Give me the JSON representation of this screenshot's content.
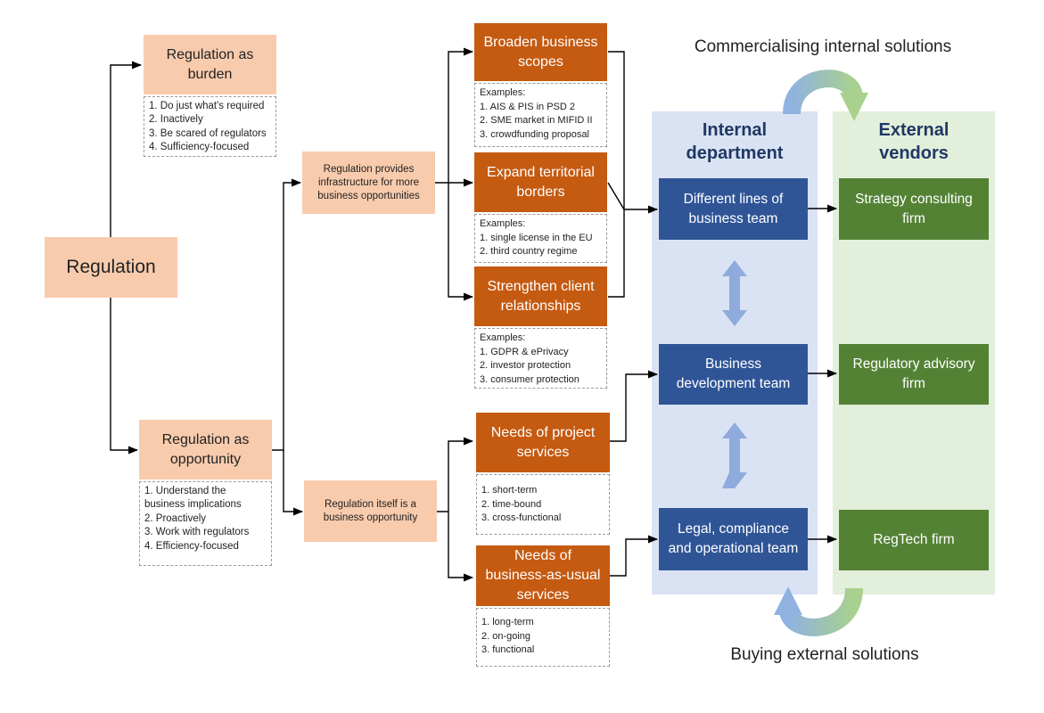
{
  "root": {
    "label": "Regulation"
  },
  "burden": {
    "title": "Regulation as burden",
    "notes": [
      "1. Do just what's required",
      "2. Inactively",
      "3. Be scared of regulators",
      "4. Sufficiency-focused"
    ]
  },
  "opportunity": {
    "title": "Regulation as opportunity",
    "notes": [
      "1. Understand the",
      "business implications",
      "2. Proactively",
      "3. Work with regulators",
      "4. Efficiency-focused"
    ]
  },
  "infrastructure": {
    "label": "Regulation provides infrastructure for more business opportunities"
  },
  "itself": {
    "label": "Regulation itself is a business opportunity"
  },
  "broaden": {
    "title": "Broaden business scopes",
    "notes": [
      "Examples:",
      "1. AIS & PIS in PSD 2",
      "2. SME market in MIFID II",
      "3. crowdfunding proposal"
    ]
  },
  "expand": {
    "title": "Expand territorial borders",
    "notes": [
      "Examples:",
      "1. single license in the EU",
      "2. third country regime"
    ]
  },
  "strengthen": {
    "title": "Strengthen client relationships",
    "notes": [
      "Examples:",
      "1. GDPR & ePrivacy",
      "2. investor protection",
      "3. consumer protection"
    ]
  },
  "project": {
    "title": "Needs of project services",
    "notes": [
      "1. short-term",
      "2. time-bound",
      "3. cross-functional"
    ]
  },
  "bau": {
    "title": "Needs of business-as-usual services",
    "notes": [
      "1. long-term",
      "2. on-going",
      "3. functional"
    ]
  },
  "internal": {
    "heading": "Internal department",
    "teams": [
      "Different lines of business team",
      "Business development team",
      "Legal, compliance and operational team"
    ]
  },
  "external": {
    "heading": "External vendors",
    "firms": [
      "Strategy consulting firm",
      "Regulatory advisory firm",
      "RegTech firm"
    ]
  },
  "captions": {
    "top": "Commercialising internal solutions",
    "bottom": "Buying external solutions"
  },
  "colors": {
    "light_orange": "#f8cbad",
    "dark_orange": "#c55a11",
    "blue": "#2f5597",
    "green": "#548235",
    "internal_band": "#dae3f3",
    "external_band": "#e2efda"
  }
}
